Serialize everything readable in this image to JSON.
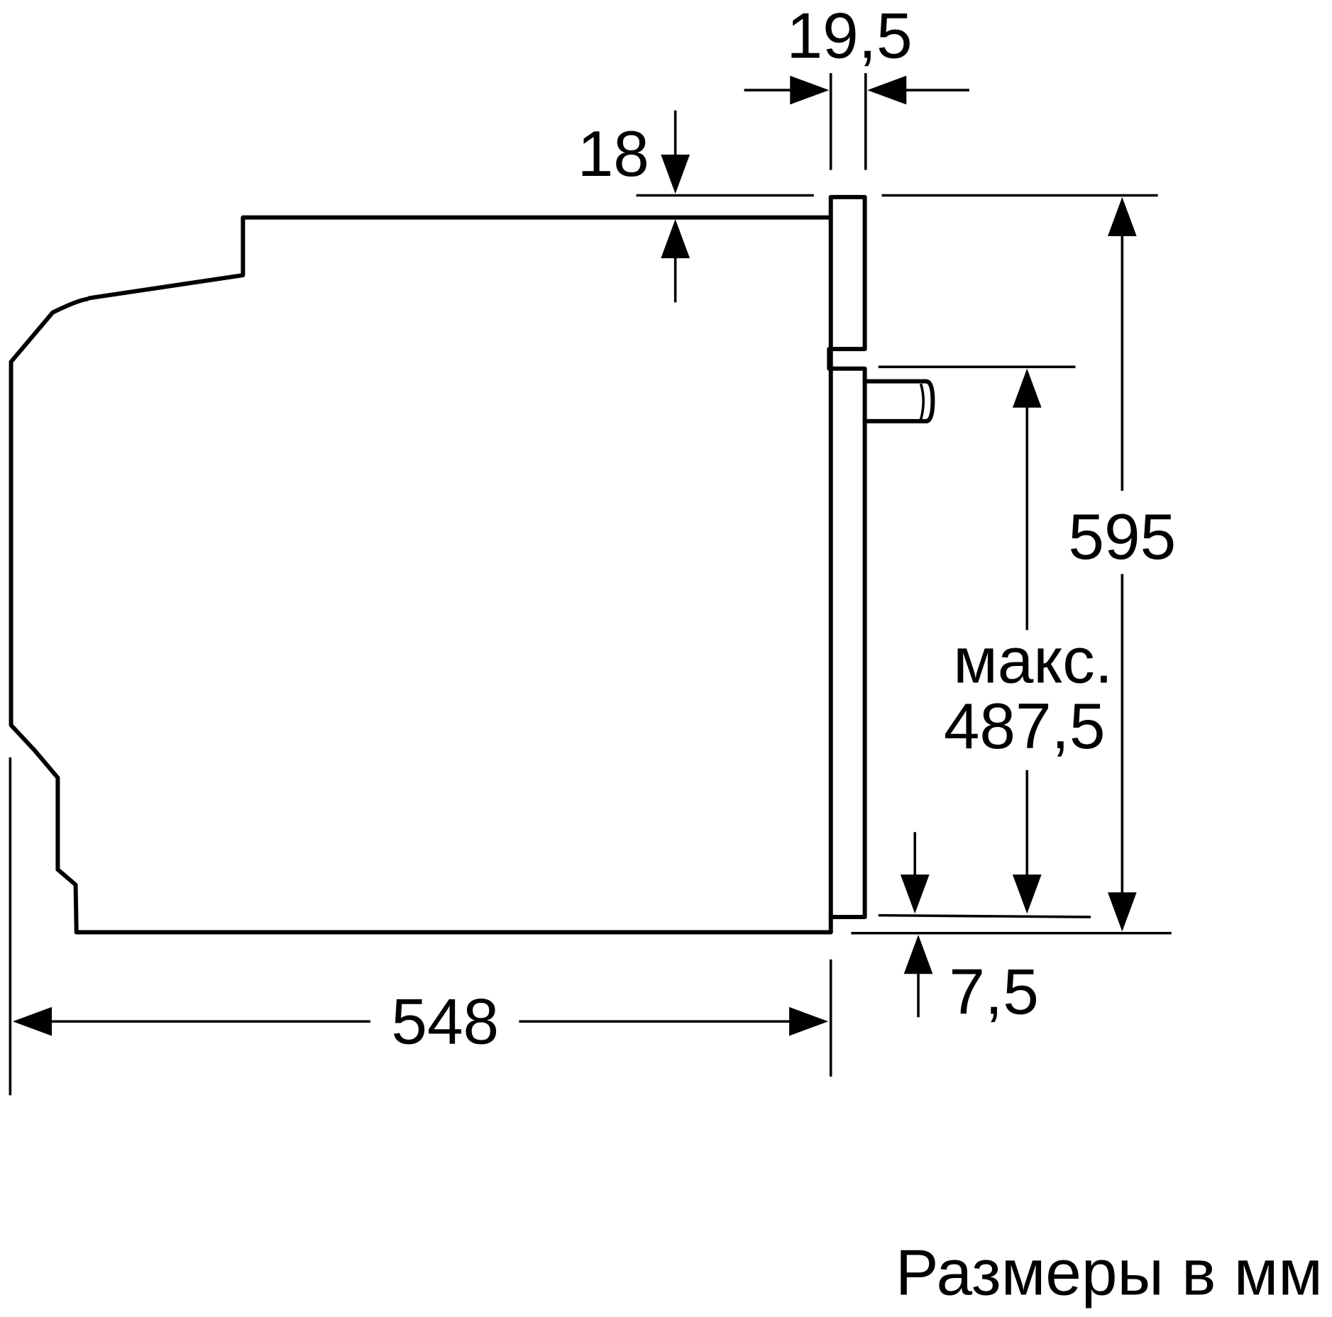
{
  "dimensions": {
    "top_gap": "19,5",
    "top_offset": "18",
    "height_total": "595",
    "max_label": "макс.",
    "max_value": "487,5",
    "depth": "548",
    "bottom_offset": "7,5"
  },
  "units_note": "Размеры в мм",
  "colors": {
    "line": "#000000",
    "background": "#ffffff"
  }
}
